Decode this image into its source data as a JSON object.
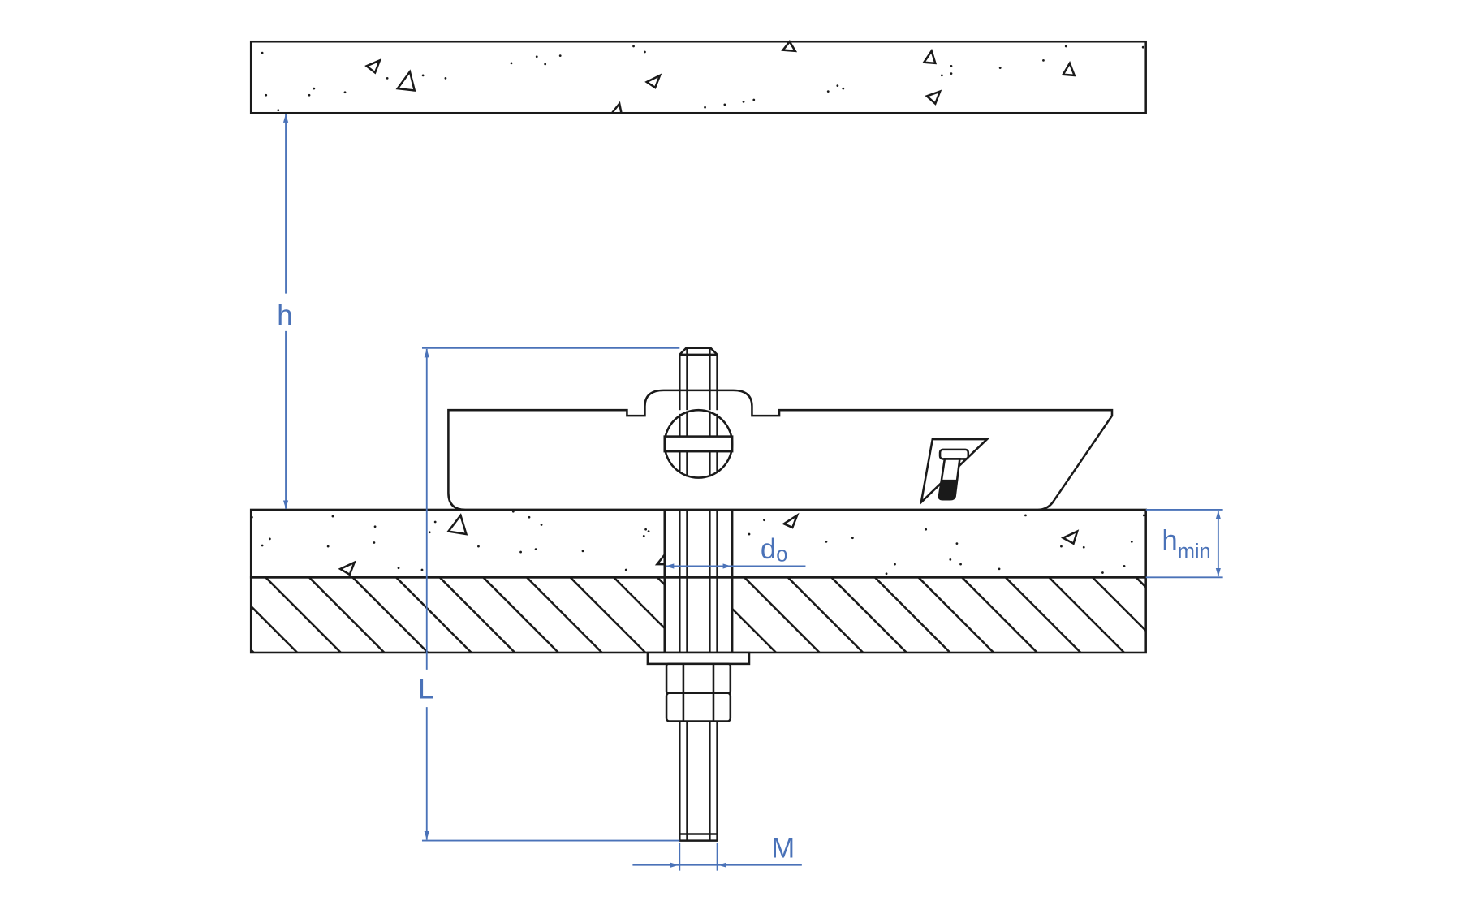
{
  "diagram": {
    "labels": {
      "h": "h",
      "L": "L",
      "d0_main": "d",
      "d0_sub": "o",
      "hmin_main": "h",
      "hmin_sub": "min",
      "M": "M"
    },
    "colors": {
      "line": "#1a1a1a",
      "dimension": "#4a72b8"
    }
  }
}
